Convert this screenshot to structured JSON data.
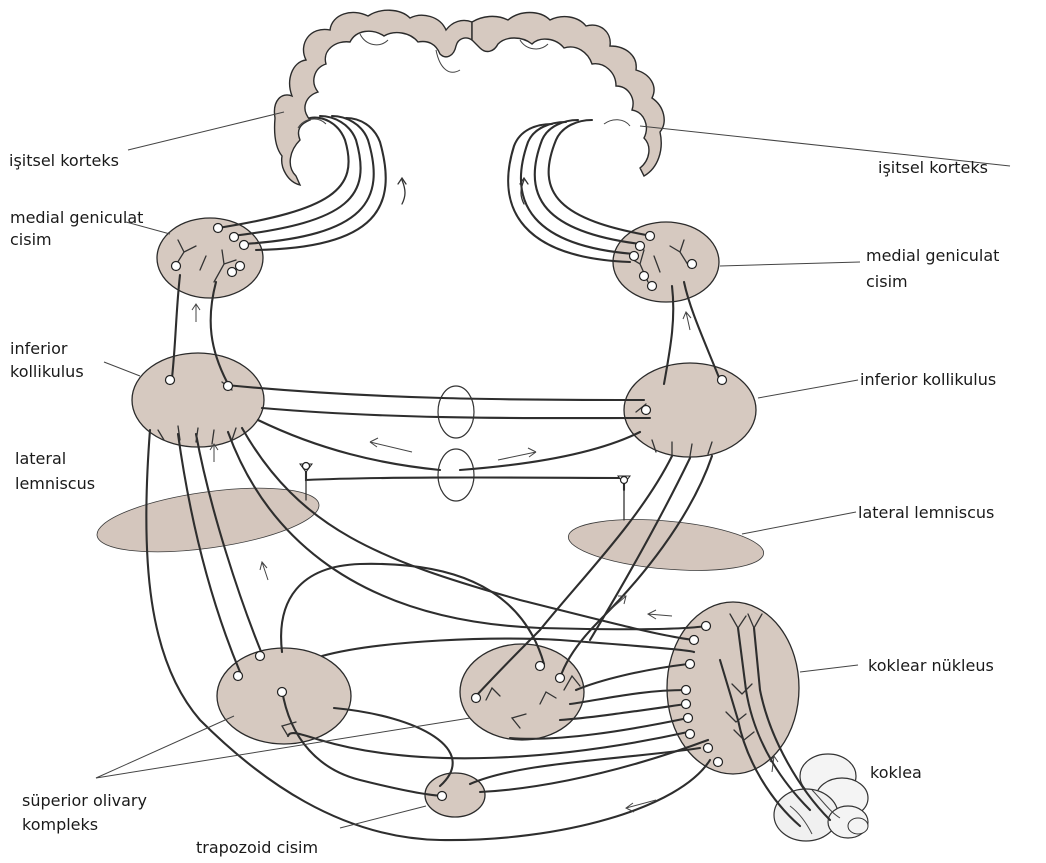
{
  "diagram": {
    "labels": {
      "cortex_left": "işitsel korteks",
      "cortex_right": "işitsel korteks",
      "mgb_left_line1": "medial geniculat",
      "mgb_left_line2": "cisim",
      "mgb_right_line1": "medial geniculat",
      "mgb_right_line2": "cisim",
      "ic_left_line1": "inferior",
      "ic_left_line2": "kollikulus",
      "ic_right": "inferior kollikulus",
      "ll_left_line1": "lateral",
      "ll_left_line2": "lemniscus",
      "ll_right": "lateral lemniscus",
      "cochlear_nucleus": "koklear nükleus",
      "cochlea": "koklea",
      "soc_line1": "süperior olivary",
      "soc_line2": "kompleks",
      "trapezoid": "trapozoid cisim"
    },
    "colors": {
      "structure_fill": "#d6c9c0",
      "stroke": "#2b2b2b",
      "background": "#ffffff"
    }
  }
}
